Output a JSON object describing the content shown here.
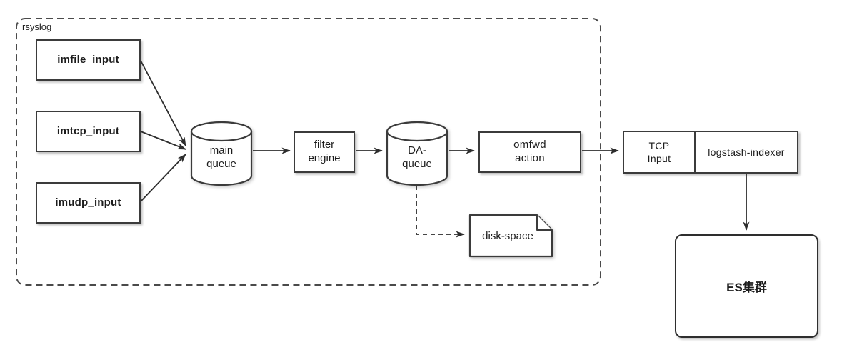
{
  "diagram": {
    "group_label": "rsyslog",
    "nodes": {
      "imfile": "imfile_input",
      "imtcp": "imtcp_input",
      "imudp": "imudp_input",
      "main_queue": "main\nqueue",
      "filter_engine": "filter\nengine",
      "da_queue": "DA-\nqueue",
      "omfwd_action": "omfwd\naction",
      "tcp_input": "TCP\nInput",
      "logstash_indexer": "logstash-indexer",
      "disk_space": "disk-space",
      "es_cluster": "ES集群"
    },
    "colors": {
      "stroke": "#3b3b3b",
      "dashed_stroke": "#4a4a4a",
      "background": "#ffffff",
      "text": "#1c1c1c"
    }
  }
}
